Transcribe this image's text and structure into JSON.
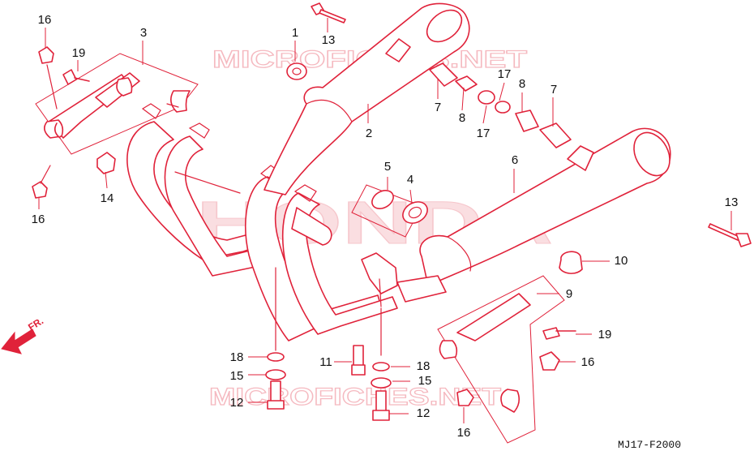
{
  "watermark": {
    "top": "MICROFICHES.NET",
    "bottom": "MICROFICHES.NET",
    "brand": "HONDA"
  },
  "direction_label": "FR.",
  "diagram_code": "MJ17-F2000",
  "colors": {
    "line": "#e0223a",
    "watermark": "#f2a2ab",
    "label": "#111111"
  },
  "callouts": [
    {
      "id": "c16a",
      "number": "16"
    },
    {
      "id": "c19a",
      "number": "19"
    },
    {
      "id": "c3",
      "number": "3"
    },
    {
      "id": "c13a",
      "number": "13"
    },
    {
      "id": "c1",
      "number": "1"
    },
    {
      "id": "c7a",
      "number": "7"
    },
    {
      "id": "c8a",
      "number": "8"
    },
    {
      "id": "c17a",
      "number": "17"
    },
    {
      "id": "c8b",
      "number": "8"
    },
    {
      "id": "c7b",
      "number": "7"
    },
    {
      "id": "c17b",
      "number": "17"
    },
    {
      "id": "c2",
      "number": "2"
    },
    {
      "id": "c6",
      "number": "6"
    },
    {
      "id": "c5",
      "number": "5"
    },
    {
      "id": "c4",
      "number": "4"
    },
    {
      "id": "c14",
      "number": "14"
    },
    {
      "id": "c16b",
      "number": "16"
    },
    {
      "id": "c13b",
      "number": "13"
    },
    {
      "id": "c10",
      "number": "10"
    },
    {
      "id": "c9",
      "number": "9"
    },
    {
      "id": "c19b",
      "number": "19"
    },
    {
      "id": "c16c",
      "number": "16"
    },
    {
      "id": "c18a",
      "number": "18"
    },
    {
      "id": "c15a",
      "number": "15"
    },
    {
      "id": "c12a",
      "number": "12"
    },
    {
      "id": "c11",
      "number": "11"
    },
    {
      "id": "c18b",
      "number": "18"
    },
    {
      "id": "c15b",
      "number": "15"
    },
    {
      "id": "c12b",
      "number": "12"
    },
    {
      "id": "c16d",
      "number": "16"
    }
  ]
}
